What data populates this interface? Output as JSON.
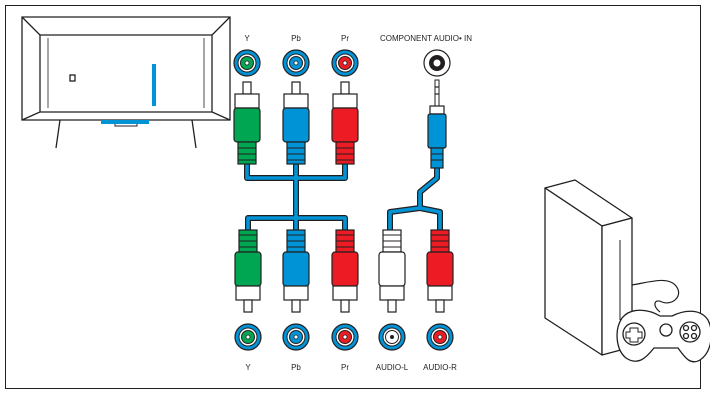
{
  "diagram": {
    "audio_in_label": "COMPONENT AUDIO• IN",
    "top_ports": [
      {
        "key": "y",
        "label": "Y",
        "color": "#00a651"
      },
      {
        "key": "pb",
        "label": "Pb",
        "color": "#0093d6"
      },
      {
        "key": "pr",
        "label": "Pr",
        "color": "#ed1c24"
      }
    ],
    "bottom_ports": [
      {
        "key": "y",
        "label": "Y",
        "color": "#00a651"
      },
      {
        "key": "pb",
        "label": "Pb",
        "color": "#0093d6"
      },
      {
        "key": "pr",
        "label": "Pr",
        "color": "#ed1c24"
      },
      {
        "key": "audio-l",
        "label": "AUDIO-L",
        "color": "#ffffff"
      },
      {
        "key": "audio-r",
        "label": "AUDIO-R",
        "color": "#ed1c24"
      }
    ],
    "colors": {
      "cable": "#0093d6",
      "outline": "#231f20",
      "green": "#00a651",
      "blue": "#0093d6",
      "red": "#ed1c24",
      "white": "#ffffff"
    }
  }
}
